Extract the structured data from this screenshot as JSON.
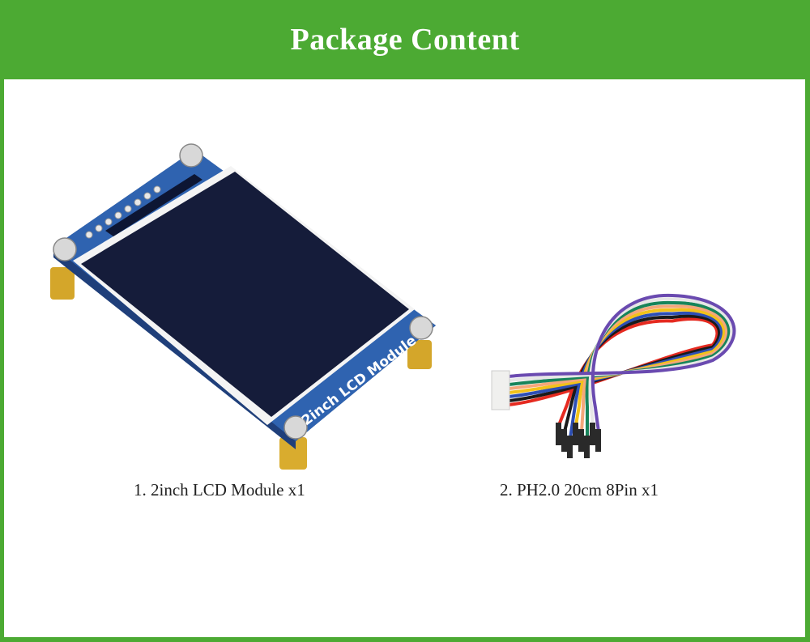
{
  "header": {
    "title": "Package Content"
  },
  "items": [
    {
      "label": "1. 2inch LCD Module x1",
      "silkscreen": "2inch LCD Module"
    },
    {
      "label": "2. PH2.0 20cm 8Pin x1"
    }
  ],
  "colors": {
    "accent": "#4caa33",
    "board": "#2f63b0",
    "screen": "#151c3a"
  },
  "wire_colors": [
    "#e52a20",
    "#1a1a1a",
    "#2d4fb5",
    "#f2c21a",
    "#f4a77a",
    "#17845a",
    "#f2f2f2",
    "#6a4ab0"
  ]
}
